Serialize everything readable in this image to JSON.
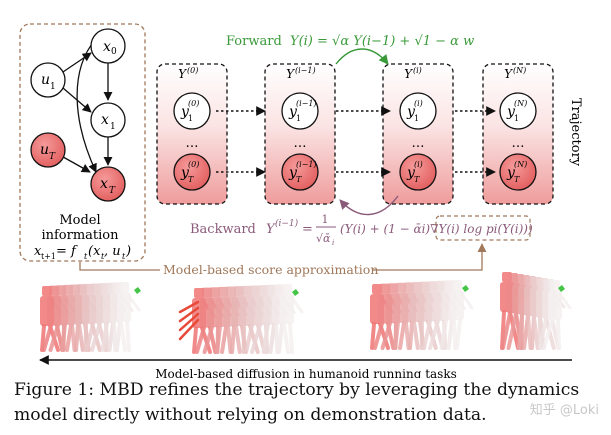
{
  "model_box": {
    "nodes": [
      "x",
      "u",
      "x",
      "u",
      "x"
    ],
    "node_subs": [
      "0",
      "1",
      "1",
      "T",
      "T"
    ],
    "label_line1": "Model",
    "label_line2": "information",
    "eq_left": "x",
    "eq_left_sub": "t+1",
    "eq_mid": " = f",
    "eq_mid_sub": "t",
    "eq_args": "(x",
    "eq_args_sub": "t",
    "eq_tail": ", u",
    "eq_tail_sub": "t",
    "eq_close": ")"
  },
  "columns": [
    {
      "title": "Y",
      "sup": "(0)",
      "top_sup": "(0)",
      "bot_sup": "(0)"
    },
    {
      "title": "Y",
      "sup": "(i−1)",
      "top_sup": "(i−1)",
      "bot_sup": "(i−1)"
    },
    {
      "title": "Y",
      "sup": "(i)",
      "top_sup": "(i)",
      "bot_sup": "(i)"
    },
    {
      "title": "Y",
      "sup": "(N)",
      "top_sup": "(N)",
      "bot_sup": "(N)"
    }
  ],
  "node_letter": "y",
  "node_top_sub": "1",
  "node_bot_sub": "T",
  "ellipsis": "…",
  "forward": {
    "label": "Forward",
    "equation": "Y(i) = √α Y(i−1) + √1 − α w"
  },
  "backward": {
    "label": "Backward",
    "lhs": "Y",
    "lhs_sup": "(i−1)",
    "frac_num": "1",
    "frac_den": "√ᾱ",
    "frac_den_sub": "i",
    "rhs": "(Y(i) + (1 − ᾱi)∇Y(i) log pi(Y(i)))"
  },
  "trajectory_label": "Trajectory",
  "score_label": "Model-based score approximation",
  "robot_caption": "Model-based diffusion in humanoid running tasks",
  "caption_line1": "Figure 1:  MBD refines the trajectory by leveraging the dynamics",
  "caption_line2": "model directly without relying on demonstration data.",
  "watermark": "知乎 @Loki",
  "colors": {
    "forward_green": "#3a9a3a",
    "backward_purple": "#8a5a7a",
    "dashed_brown": "#a0785a",
    "node_red": "#ee6f6f",
    "panel_pink": "#f3b0b0"
  }
}
